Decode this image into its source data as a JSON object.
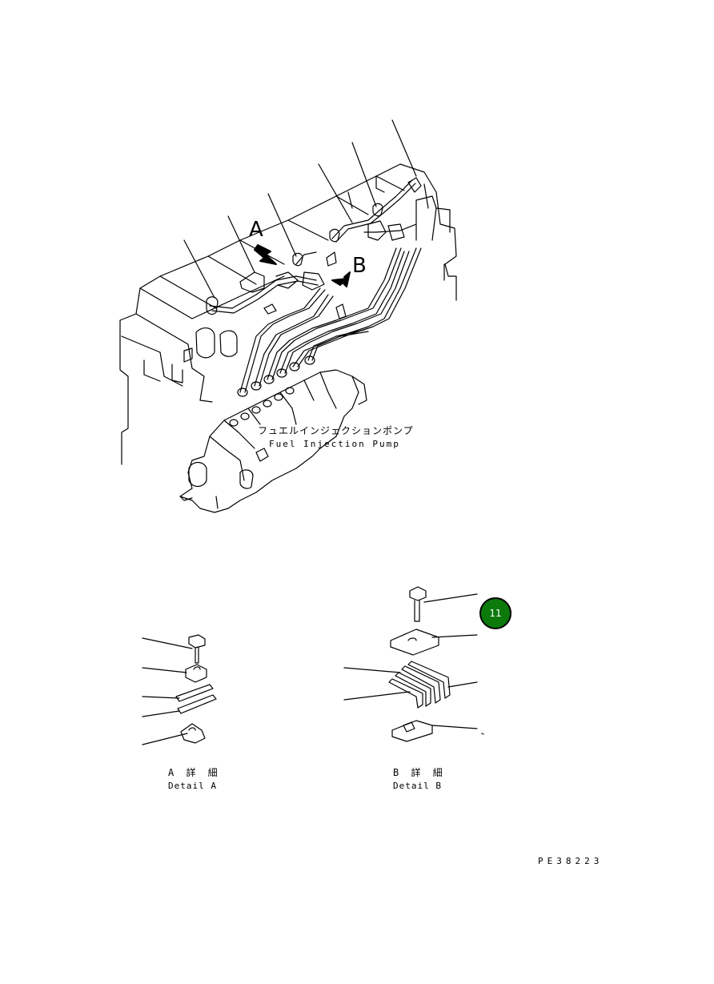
{
  "callouts": {
    "arrow_a": "A",
    "arrow_b": "B"
  },
  "pump_label": {
    "jp": "フュエルインジェクションポンプ",
    "en": "Fuel Injection Pump"
  },
  "detail_a": {
    "jp": "A 詳 細",
    "en": "Detail A"
  },
  "detail_b": {
    "jp": "B 詳 細",
    "en": "Detail B"
  },
  "part_badge": "11",
  "drawing_number": "PE38223",
  "colors": {
    "line": "#000000",
    "badge": "#0b7a0b"
  }
}
